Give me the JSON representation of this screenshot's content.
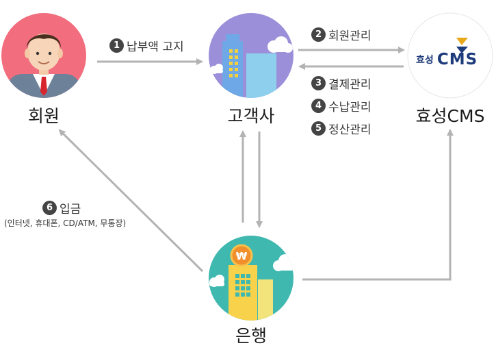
{
  "nodes": {
    "member": {
      "label": "회원"
    },
    "client": {
      "label": "고객사"
    },
    "cms": {
      "label": "효성CMS",
      "logo_text": "효성",
      "logo_cms": "CMS"
    },
    "bank": {
      "label": "은행",
      "coin_symbol": "₩"
    }
  },
  "steps": [
    {
      "num": "1",
      "label": "납부액 고지"
    },
    {
      "num": "2",
      "label": "회원관리"
    },
    {
      "num": "3",
      "label": "결제관리"
    },
    {
      "num": "4",
      "label": "수납관리"
    },
    {
      "num": "5",
      "label": "정산관리"
    },
    {
      "num": "6",
      "label": "입금"
    }
  ],
  "deposit_note": "(인터넷, 휴대폰, CD/ATM, 무통장)",
  "colors": {
    "member_bg": "#f26d7d",
    "client_bg": "#9c8fd9",
    "cms_bg": "#ffffff",
    "bank_bg": "#3fb8b0",
    "arrow": "#b3b3b3",
    "badge": "#444444",
    "cms_navy": "#1d3a7a",
    "cms_gold": "#e7a81a"
  }
}
